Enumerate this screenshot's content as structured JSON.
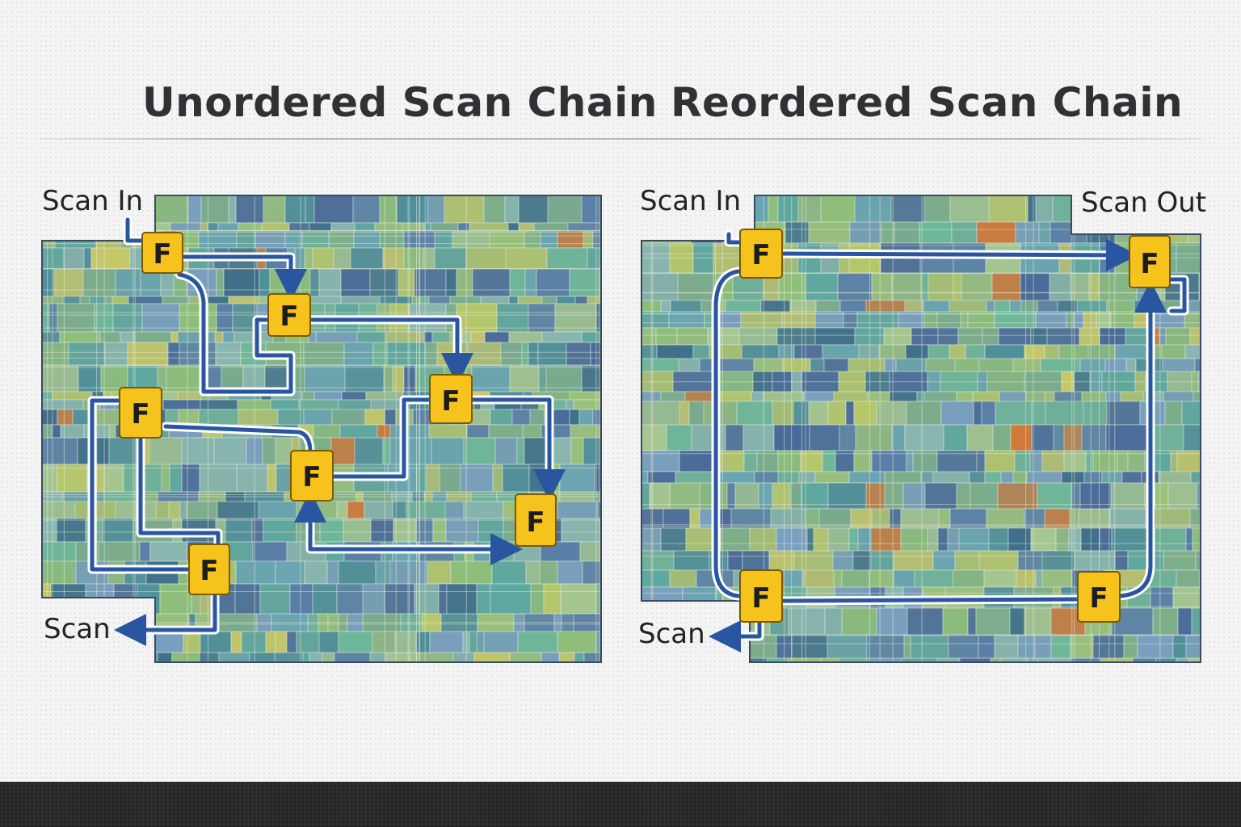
{
  "titles": {
    "left": "Unordered Scan Chain",
    "right": "Reordered Scan Chain"
  },
  "labels": {
    "left_scan_in": "Scan In",
    "left_scan_out": "Scan",
    "right_scan_in": "Scan In",
    "right_scan_out_top": "Scan Out",
    "right_scan_out_bottom": "Scan"
  },
  "flip_flop_label": "F",
  "colors": {
    "route": "#2a55a0",
    "route_outline": "#ffffff",
    "flip_flop": "#f6c21c",
    "chip_base": "#6f9c98",
    "title_text": "#2f3134"
  },
  "panels": [
    {
      "id": "unordered",
      "flip_flops": [
        {
          "name": "ff-1",
          "label": "F"
        },
        {
          "name": "ff-2",
          "label": "F"
        },
        {
          "name": "ff-3",
          "label": "F"
        },
        {
          "name": "ff-4",
          "label": "F"
        },
        {
          "name": "ff-5",
          "label": "F"
        },
        {
          "name": "ff-6",
          "label": "F"
        },
        {
          "name": "ff-7",
          "label": "F"
        }
      ]
    },
    {
      "id": "reordered",
      "flip_flops": [
        {
          "name": "ff-1",
          "label": "F"
        },
        {
          "name": "ff-2",
          "label": "F"
        },
        {
          "name": "ff-3",
          "label": "F"
        },
        {
          "name": "ff-4",
          "label": "F"
        }
      ]
    }
  ]
}
